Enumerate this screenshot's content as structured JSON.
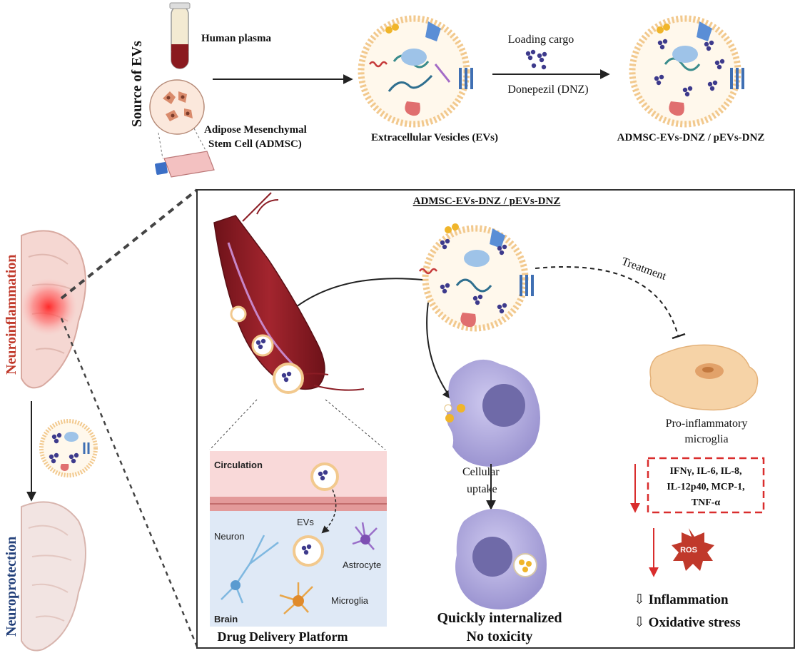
{
  "colors": {
    "red_accent": "#d92d2d",
    "neuroinflammation_text": "#c0392b",
    "neuroprotection_text": "#23407a",
    "vesicle_membrane": "#f2c98e",
    "cell_lilac": "#b5b0dc",
    "microglia_orange": "#f6d3a7",
    "vessel_red": "#8b1c24"
  },
  "source": {
    "vertical_label": "Source of EVs",
    "plasma_label": "Human plasma",
    "admsc_label_line1": "Adipose Mesenchymal",
    "admsc_label_line2": "Stem Cell (ADMSC)"
  },
  "vesicles": {
    "ev_label": "Extracellular Vesicles (EVs)",
    "loading_label": "Loading cargo",
    "drug_label": "Donepezil (DNZ)",
    "loaded_label": "ADMSC-EVs-DNZ / pEVs-DNZ"
  },
  "brain": {
    "inflammation_label": "Neuroinflammation",
    "protection_label": "Neuroprotection"
  },
  "panel": {
    "title": "ADMSC-EVs-DNZ / pEVs-DNZ",
    "treatment_label": "Treatment",
    "delivery": {
      "circulation": "Circulation",
      "evs": "EVs",
      "neuron": "Neuron",
      "astrocyte": "Astrocyte",
      "microglia": "Microglia",
      "brain": "Brain",
      "caption": "Drug Delivery Platform"
    },
    "uptake": {
      "label_line1": "Cellular",
      "label_line2": "uptake",
      "caption_line1": "Quickly internalized",
      "caption_line2": "No toxicity"
    },
    "microglia": {
      "label_line1": "Pro-inflammatory",
      "label_line2": "microglia",
      "cytokines": [
        "IFNγ, IL-6, IL-8,",
        "IL-12p40, MCP-1,",
        "TNF-α"
      ],
      "ros": "ROS",
      "outcome1": "⇩ Inflammation",
      "outcome2": "⇩ Oxidative stress"
    }
  }
}
